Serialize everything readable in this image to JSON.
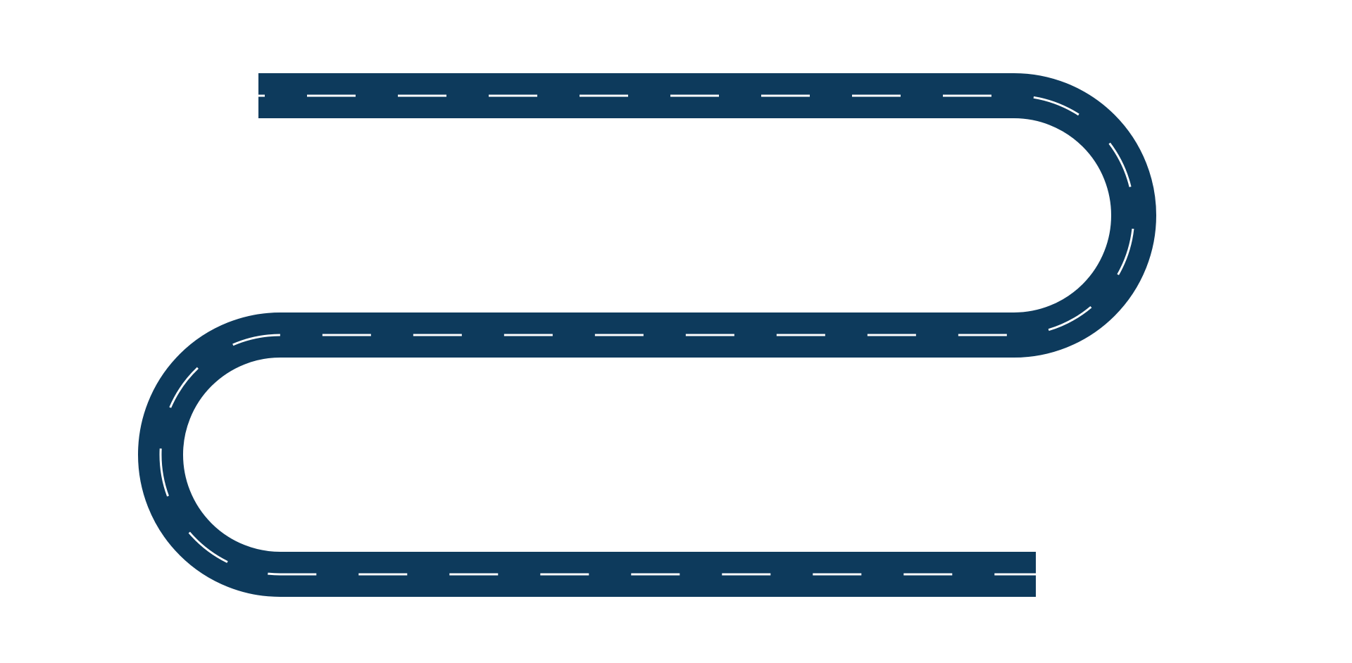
{
  "canvas": {
    "background": "#ffffff"
  },
  "track": {
    "shape": "serpentine-s-curve",
    "road_color": "#0d3a5c",
    "lane_marking_color": "#ffffff",
    "lane_marking_style": "dashed-center-line",
    "straight_segments": 3,
    "curved_segments": 2,
    "turns": [
      "right",
      "left"
    ]
  }
}
